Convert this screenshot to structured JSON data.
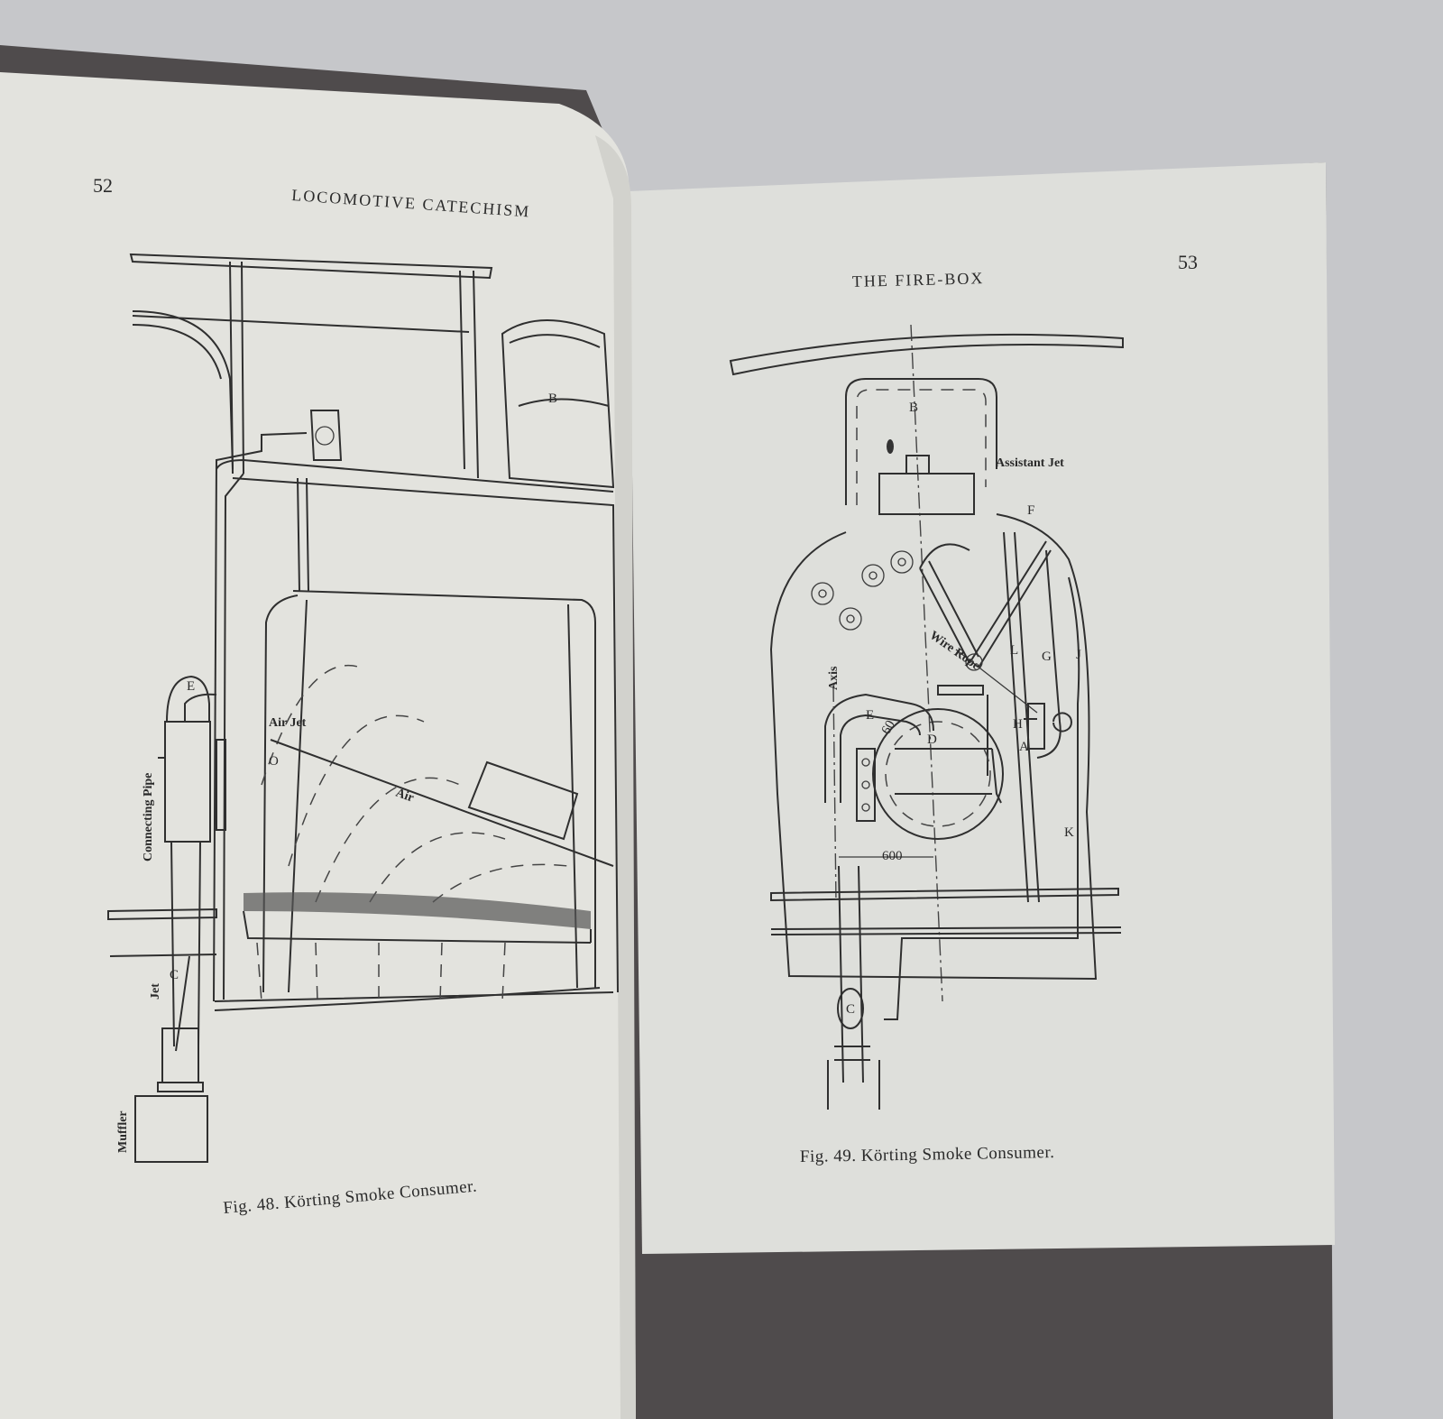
{
  "left_page": {
    "page_number": "52",
    "running_head": "LOCOMOTIVE CATECHISM",
    "figure": {
      "labels": {
        "B": "B",
        "E": "E",
        "air_jet": "Air Jet",
        "O": "O",
        "air": "Air",
        "connecting_pipe": "Connecting Pipe",
        "jet": "Jet",
        "C": "C",
        "muffler": "Muffler"
      },
      "caption": "Fig. 48.   Körting Smoke Consumer."
    }
  },
  "right_page": {
    "page_number": "53",
    "running_head": "THE FIRE-BOX",
    "figure": {
      "labels": {
        "B": "B",
        "assistant_jet": "Assistant Jet",
        "F": "F",
        "wire_rope": "Wire Rope",
        "L": "L",
        "G": "G",
        "J": "J",
        "axis": "Axis",
        "E": "E",
        "D": "D",
        "H": "H",
        "A": "A",
        "K": "K",
        "dim_600": "600",
        "dim_60": "60",
        "C": "C"
      },
      "caption": "Fig. 49.   Körting Smoke Consumer."
    }
  },
  "colors": {
    "background": "#c9cacd",
    "paper": "#e4e4df",
    "ink": "#2f2f2f"
  }
}
